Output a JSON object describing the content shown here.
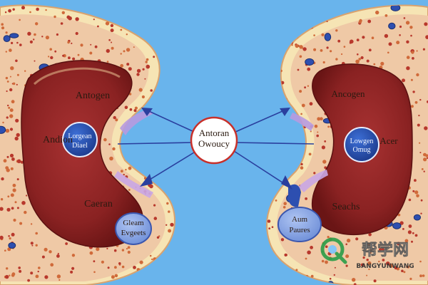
{
  "diagram": {
    "center_label": {
      "line1": "Antoran",
      "line2": "Owoucy"
    },
    "left_organ": {
      "label_upper": "Antogen",
      "label_mid": "Andion",
      "blue_node": {
        "line1": "Lorgean",
        "line2": "Diael"
      },
      "label_lower": "Caeran",
      "bottom_node": {
        "line1": "Gleam",
        "line2": "Evgeets"
      }
    },
    "right_organ": {
      "label_upper": "Ancogen",
      "blue_node": {
        "line1": "Lowgen",
        "line2": "Omug"
      },
      "label_side": "Acer",
      "label_lower": "Seachs",
      "bottom_node": {
        "line1": "Aum",
        "line2": "Paures"
      }
    },
    "colors": {
      "background": "#69b4ec",
      "outer_rim": "#f6e4b4",
      "tissue": "#efc9a6",
      "inner_core": "#8e2626",
      "dark_core": "#6e1818",
      "vessel_blue": "#2d4fb0",
      "arrow": "#2a3f9e",
      "center_ring": "#c8302a"
    }
  },
  "watermark": {
    "cn": "帮学网",
    "en": "BANGYUNWANG"
  }
}
